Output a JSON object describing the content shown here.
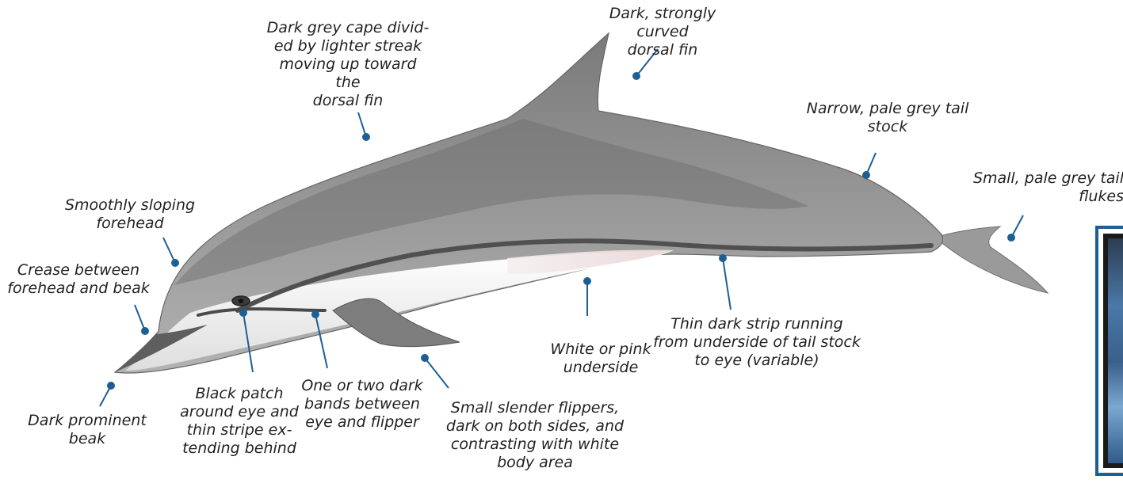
{
  "diagram": {
    "colors": {
      "body": "#8f8f8f",
      "cape": "#6e6e6e",
      "underside": "#f4f4f4",
      "stripe": "#4a4a4a",
      "leader": "#1d5f95",
      "text": "#231f20"
    },
    "labels": {
      "dorsal_fin": "Dark, strongly curved\ndorsal fin",
      "cape": "Dark grey cape divid-\ned by lighter streak\nmoving up toward the\ndorsal fin",
      "tail_stock": "Narrow, pale grey tail\nstock",
      "flukes": "Small,  pale grey tail\nflukes",
      "forehead": "Smoothly sloping\nforehead",
      "crease": "Crease between\nforehead and beak",
      "underside": "White or pink\nunderside",
      "dark_strip": "Thin dark strip running\nfrom underside of tail stock\nto eye (variable)",
      "beak": "Dark prominent\nbeak",
      "eye_patch": "Black patch\naround eye and\nthin stripe ex-\ntending behind",
      "bands": "One or two dark\nbands between\neye  and flipper",
      "flippers": "Small slender flippers,\ndark on both sides, and\ncontrasting with white\nbody area"
    }
  }
}
